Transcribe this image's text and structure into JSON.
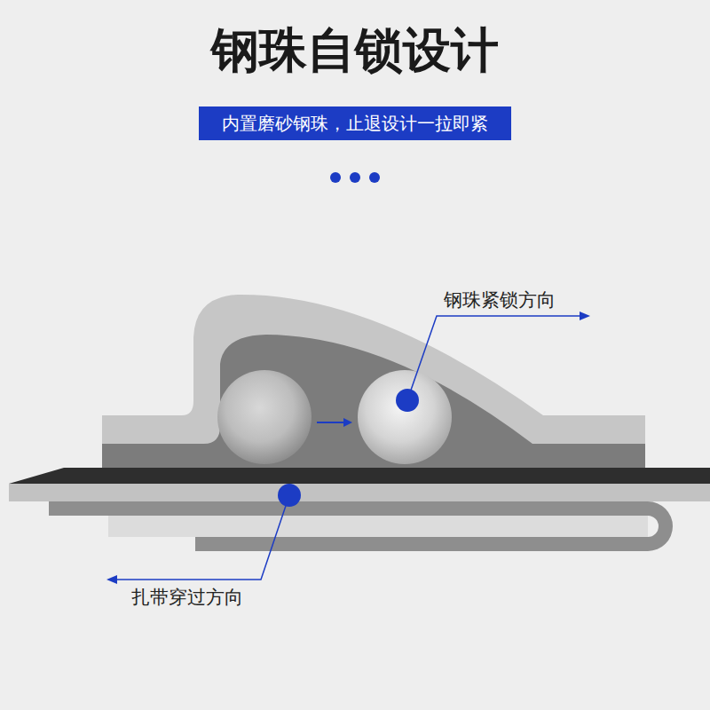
{
  "diagram": {
    "title": "钢珠自锁设计",
    "nodes": [
      {
        "text": [
          "内置磨砂钢珠，止退设计一拉即紧"
        ]
      }
    ],
    "labels": [
      "钢珠紧锁方向",
      "扎带穿过方向"
    ]
  }
}
